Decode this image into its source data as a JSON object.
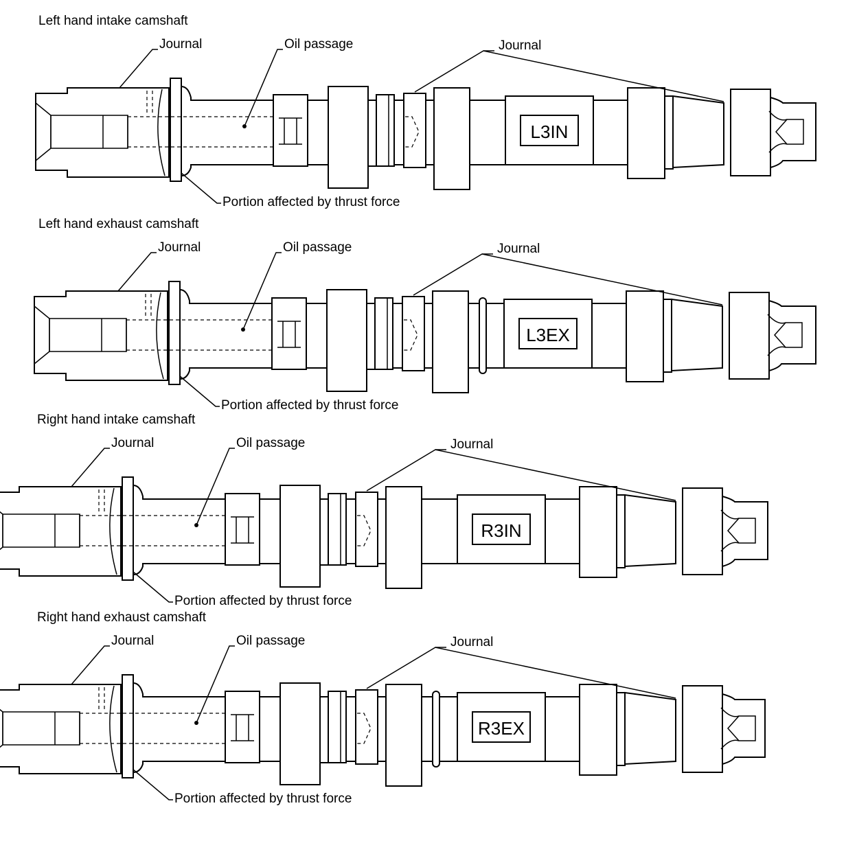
{
  "camshafts": [
    {
      "title": "Left hand intake camshaft",
      "code": "L3IN",
      "labels": {
        "journal_left": "Journal",
        "oil_passage": "Oil passage",
        "journal_right": "Journal",
        "thrust": "Portion affected by thrust force"
      },
      "has_ring": false
    },
    {
      "title": "Left hand exhaust camshaft",
      "code": "L3EX",
      "labels": {
        "journal_left": "Journal",
        "oil_passage": "Oil passage",
        "journal_right": "Journal",
        "thrust": "Portion affected by thrust force"
      },
      "has_ring": true
    },
    {
      "title": "Right hand intake camshaft",
      "code": "R3IN",
      "labels": {
        "journal_left": "Journal",
        "oil_passage": "Oil passage",
        "journal_right": "Journal",
        "thrust": "Portion affected by thrust force"
      },
      "has_ring": false
    },
    {
      "title": "Right hand exhaust camshaft",
      "code": "R3EX",
      "labels": {
        "journal_left": "Journal",
        "oil_passage": "Oil passage",
        "journal_right": "Journal",
        "thrust": "Portion affected by thrust force"
      },
      "has_ring": true
    }
  ]
}
